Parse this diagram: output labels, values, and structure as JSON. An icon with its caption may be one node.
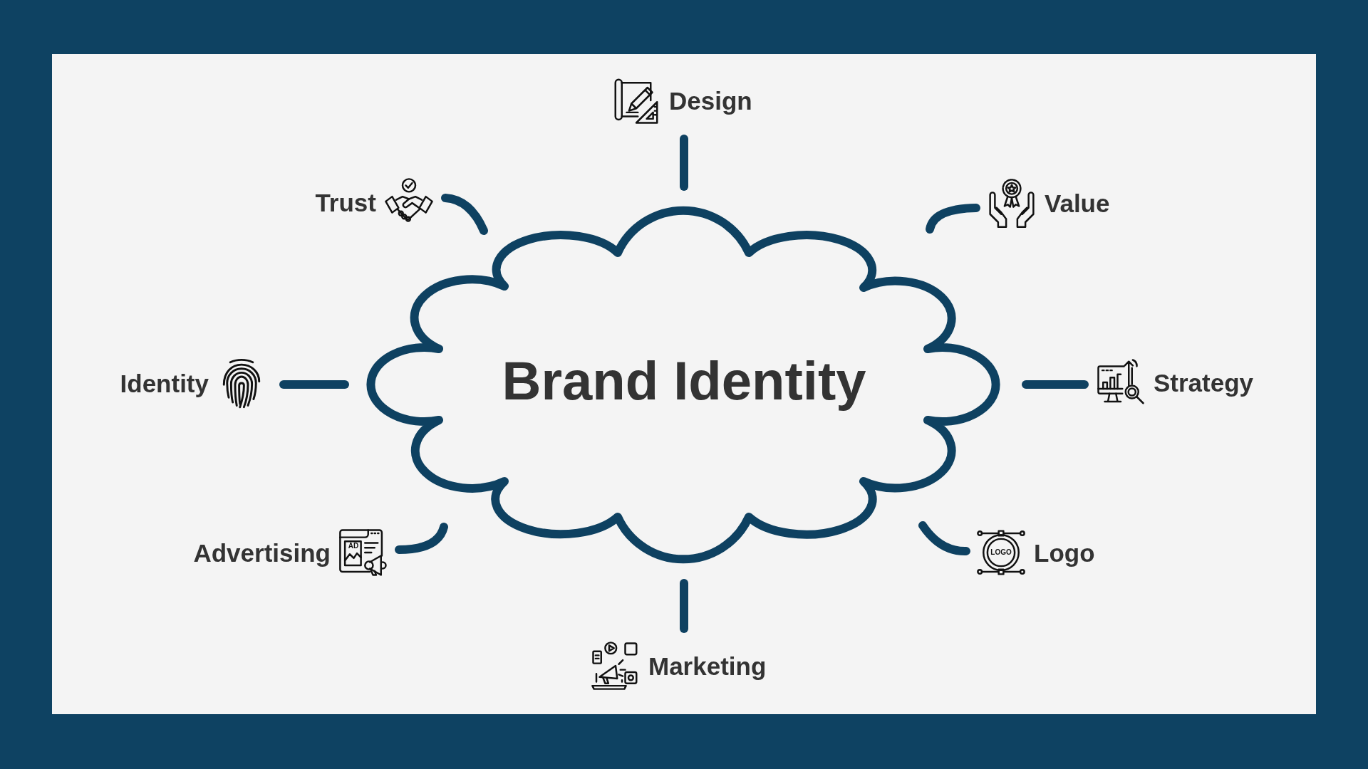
{
  "diagram": {
    "nodes": [
      {
        "text": [
          "Brand Identity"
        ]
      },
      {
        "text": [
          "Design"
        ]
      },
      {
        "text": [
          "Trust"
        ]
      },
      {
        "text": [
          "Value"
        ]
      },
      {
        "text": [
          "Identity"
        ]
      },
      {
        "text": [
          "Strategy"
        ]
      },
      {
        "text": [
          "Advertising"
        ]
      },
      {
        "text": [
          "Logo"
        ]
      },
      {
        "text": [
          "Marketing"
        ]
      }
    ],
    "edges": [
      {
        "from": 0,
        "to": 1,
        "arrow": "none"
      },
      {
        "from": 0,
        "to": 2,
        "arrow": "none"
      },
      {
        "from": 0,
        "to": 3,
        "arrow": "none"
      },
      {
        "from": 0,
        "to": 4,
        "arrow": "none"
      },
      {
        "from": 0,
        "to": 5,
        "arrow": "none"
      },
      {
        "from": 0,
        "to": 6,
        "arrow": "none"
      },
      {
        "from": 0,
        "to": 7,
        "arrow": "none"
      },
      {
        "from": 0,
        "to": 8,
        "arrow": "none"
      }
    ],
    "labels": [
      "AD",
      "LOGO"
    ]
  }
}
